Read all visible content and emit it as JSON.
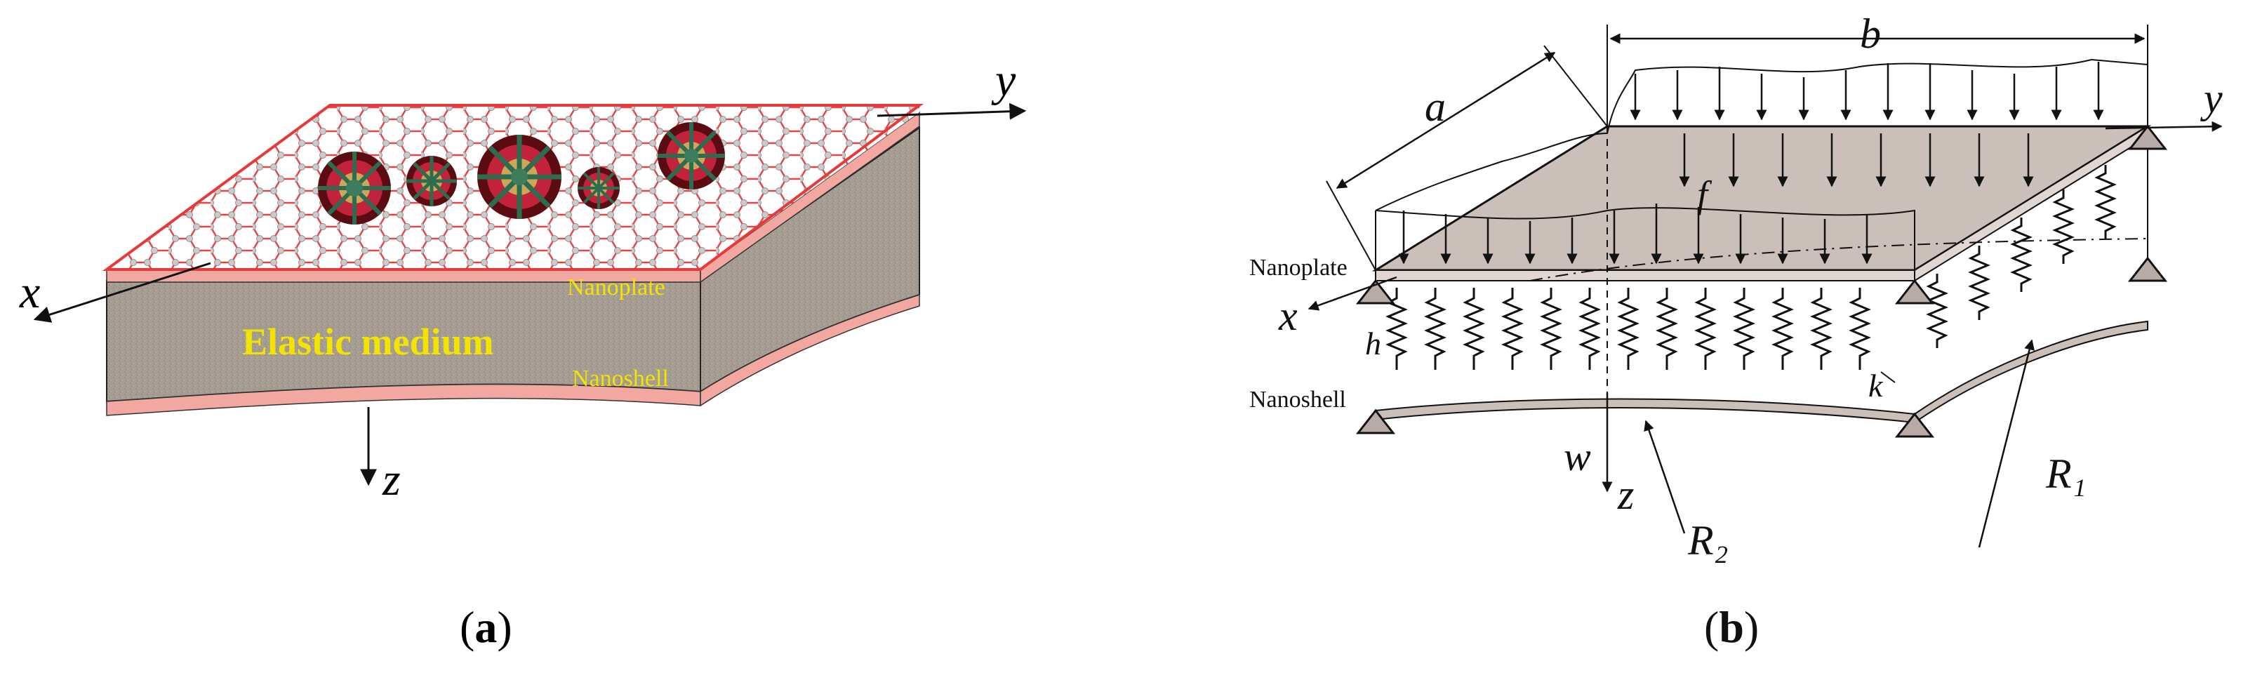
{
  "panel_a": {
    "caption_open": "(",
    "caption_letter": "a",
    "caption_close": ")",
    "axis_x": "x",
    "axis_y": "y",
    "axis_z": "z",
    "label_nanoplate": "Nanoplate",
    "label_nanoshell": "Nanoshell",
    "label_elastic_medium": "Elastic medium",
    "colors": {
      "graphene": "#e8393a",
      "atom": "#bdbdbd",
      "medium": "#a39a8f",
      "shell": "#f2a7a0",
      "label_yellow": "#f2e400"
    }
  },
  "panel_b": {
    "caption_open": "(",
    "caption_letter": "b",
    "caption_close": ")",
    "dim_a": "a",
    "dim_b": "b",
    "axis_x": "x",
    "axis_y": "y",
    "axis_z": "z",
    "load_f": "f",
    "deflection_w": "w",
    "label_h": "h",
    "label_k": "k",
    "label_nanoplate": "Nanoplate",
    "label_nanoshell": "Nanoshell",
    "radius_1": "R₁",
    "radius_2": "R₂",
    "colors": {
      "plate": "#cbbfb9",
      "support": "#b8aba5",
      "ink": "#111111"
    }
  }
}
